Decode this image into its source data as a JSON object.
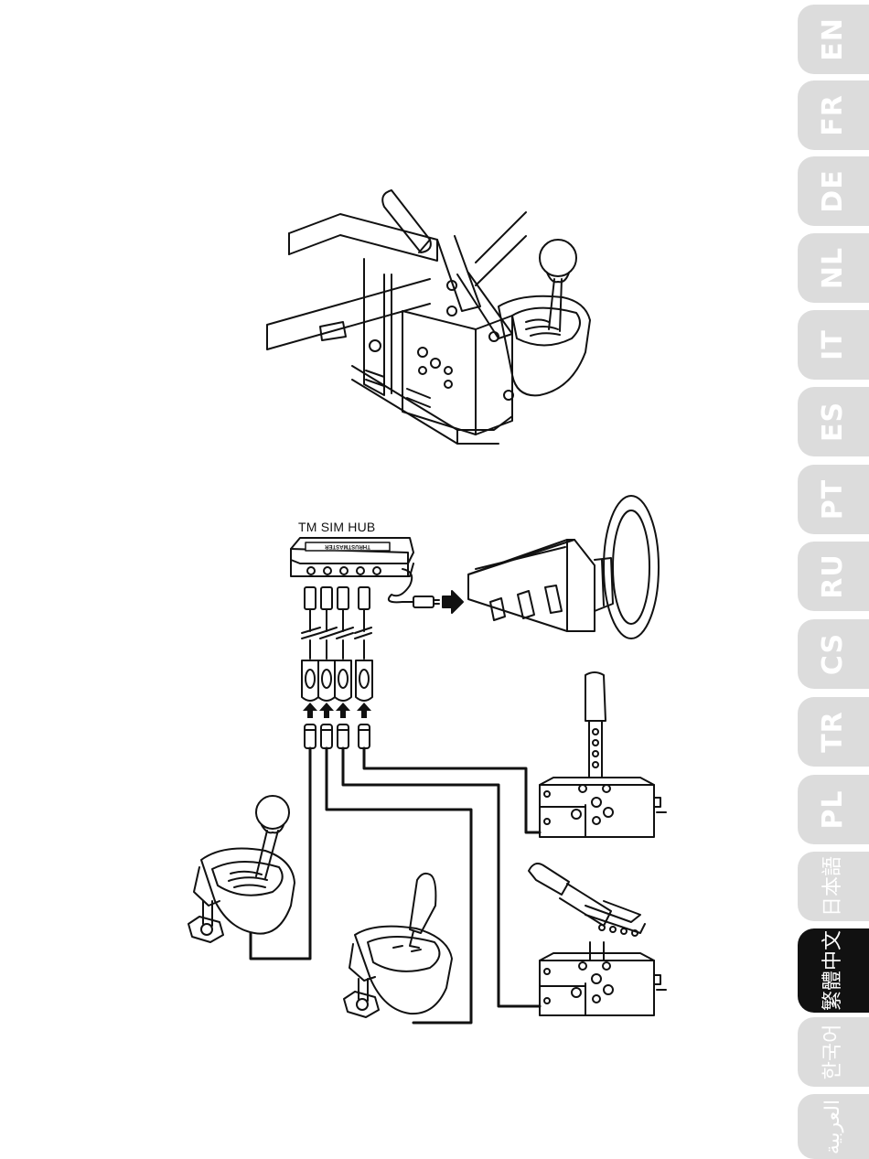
{
  "hub_label": "TM SIM HUB",
  "hub_brand_text": "THRUSTMASTER",
  "language_tabs": [
    {
      "code": "EN",
      "active": false
    },
    {
      "code": "FR",
      "active": false
    },
    {
      "code": "DE",
      "active": false
    },
    {
      "code": "NL",
      "active": false
    },
    {
      "code": "IT",
      "active": false
    },
    {
      "code": "ES",
      "active": false
    },
    {
      "code": "PT",
      "active": false
    },
    {
      "code": "RU",
      "active": false
    },
    {
      "code": "CS",
      "active": false
    },
    {
      "code": "TR",
      "active": false
    },
    {
      "code": "PL",
      "active": false
    },
    {
      "code": "日本語",
      "active": false
    },
    {
      "code": "繁體中文",
      "active": true
    },
    {
      "code": "한국어",
      "active": false
    },
    {
      "code": "العربية",
      "active": false
    }
  ],
  "colors": {
    "tab_inactive": "#dcdcdc",
    "tab_active": "#111111",
    "line_art": "#111111"
  }
}
